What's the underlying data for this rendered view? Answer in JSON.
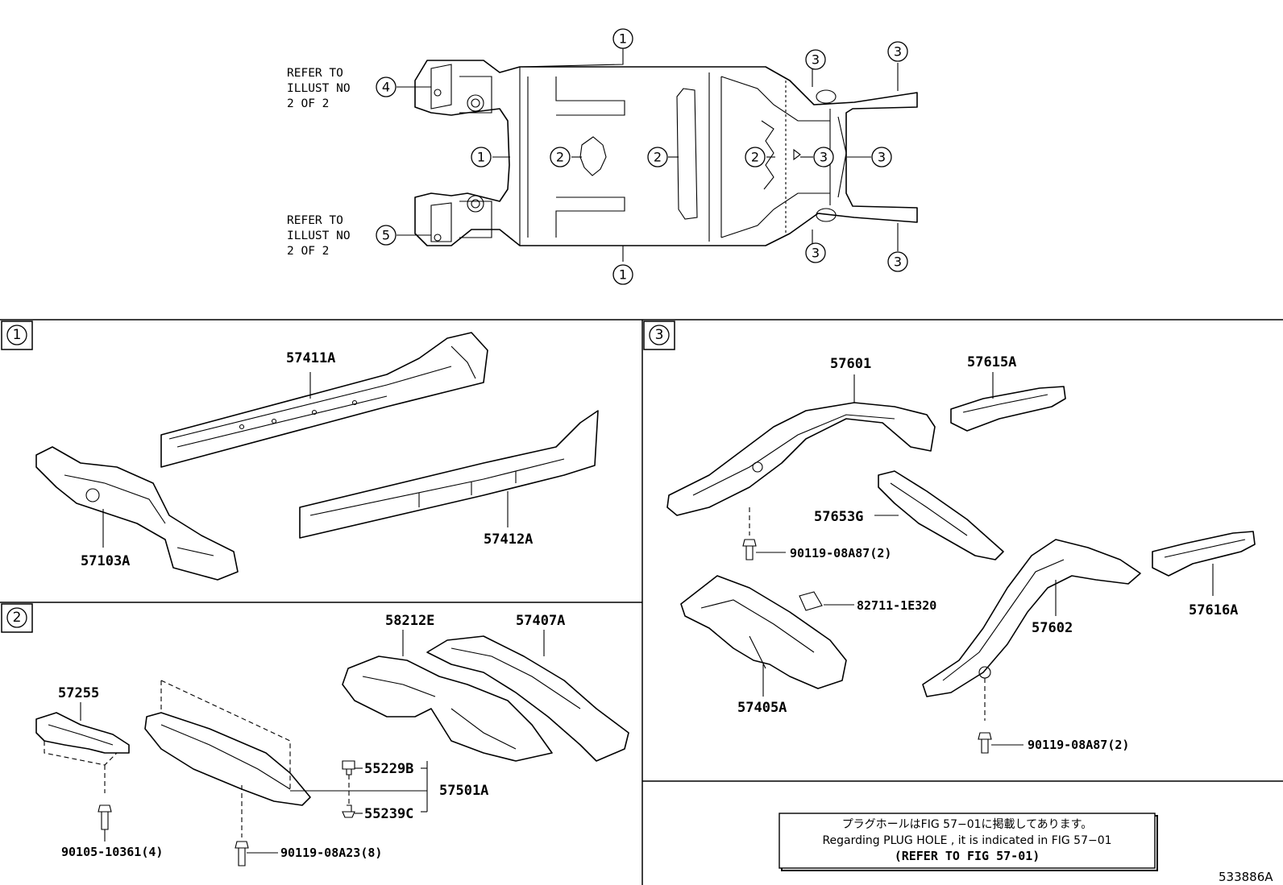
{
  "overview": {
    "refer_top": [
      "REFER TO",
      "ILLUST NO",
      "2 OF 2"
    ],
    "refer_top_num": "4",
    "refer_bottom": [
      "REFER TO",
      "ILLUST NO",
      "2 OF 2"
    ],
    "refer_bottom_num": "5",
    "callouts": {
      "c1": "1",
      "c2": "2",
      "c3": "3"
    }
  },
  "sections": {
    "s1": "1",
    "s2": "2",
    "s3": "3"
  },
  "parts": {
    "p57411A": "57411A",
    "p57103A": "57103A",
    "p57412A": "57412A",
    "p58212E": "58212E",
    "p57407A": "57407A",
    "p57255": "57255",
    "p55229B": "55229B",
    "p57501A": "57501A",
    "p55239C": "55239C",
    "p90105": "90105-10361(4)",
    "p90119a23": "90119-08A23(8)",
    "p57601": "57601",
    "p57615A": "57615A",
    "p57653G": "57653G",
    "p90119a87a": "90119-08A87(2)",
    "p82711": "82711-1E320",
    "p57616A": "57616A",
    "p57405A": "57405A",
    "p57602": "57602",
    "p90119a87b": "90119-08A87(2)"
  },
  "note": {
    "jp": "プラグホールはFIG 57−01に掲載してあります。",
    "en": "Regarding PLUG HOLE , it is indicated in FIG 57−01",
    "refer": "(REFER TO FIG 57-01)"
  },
  "figure_id": "533886A"
}
